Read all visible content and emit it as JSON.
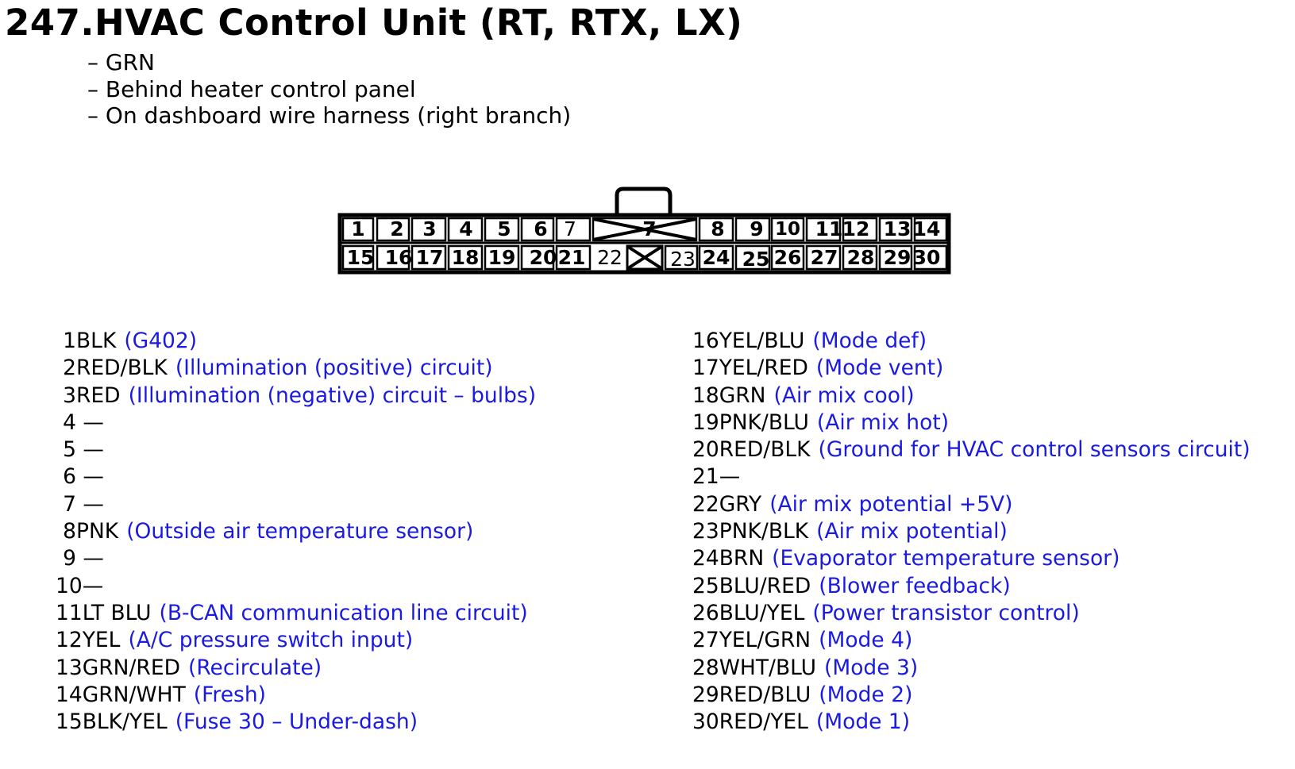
{
  "title": "247.HVAC Control Unit (RT, RTX, LX)",
  "notes": [
    "GRN",
    "Behind heater control panel",
    "On dashboard wire harness (right branch)"
  ],
  "connector": {
    "top_row": [
      "1",
      "2",
      "3",
      "4",
      "5",
      "6",
      "7",
      "",
      "7",
      "8",
      "9",
      "10",
      "11",
      "12",
      "13",
      "14"
    ],
    "bottom_row": [
      "15",
      "16",
      "17",
      "18",
      "19",
      "20",
      "21",
      "22",
      "",
      "23",
      "24",
      "25",
      "26",
      "27",
      "28",
      "29",
      "30"
    ]
  },
  "pins_left": [
    {
      "num": "1",
      "wire": "BLK",
      "desc": "(G402)"
    },
    {
      "num": "2",
      "wire": "RED/BLK",
      "desc": "(Illumination (positive) circuit)"
    },
    {
      "num": "3",
      "wire": "RED",
      "desc": "(Illumination (negative) circuit – bulbs)"
    },
    {
      "num": "4",
      "wire": " —",
      "desc": ""
    },
    {
      "num": "5",
      "wire": " —",
      "desc": ""
    },
    {
      "num": "6",
      "wire": " —",
      "desc": ""
    },
    {
      "num": "7",
      "wire": " —",
      "desc": ""
    },
    {
      "num": "8",
      "wire": "PNK",
      "desc": "(Outside air temperature sensor)"
    },
    {
      "num": "9",
      "wire": " —",
      "desc": ""
    },
    {
      "num": "10",
      "wire": "—",
      "desc": ""
    },
    {
      "num": "11",
      "wire": "LT BLU",
      "desc": "(B-CAN communication line circuit)"
    },
    {
      "num": "12",
      "wire": "YEL",
      "desc": "(A/C pressure switch input)"
    },
    {
      "num": "13",
      "wire": "GRN/RED",
      "desc": "(Recirculate)"
    },
    {
      "num": "14",
      "wire": "GRN/WHT",
      "desc": "(Fresh)"
    },
    {
      "num": "15",
      "wire": "BLK/YEL",
      "desc": "(Fuse 30 – Under-dash)"
    }
  ],
  "pins_right": [
    {
      "num": "16",
      "wire": "YEL/BLU",
      "desc": "(Mode def)"
    },
    {
      "num": "17",
      "wire": "YEL/RED",
      "desc": "(Mode vent)"
    },
    {
      "num": "18",
      "wire": "GRN",
      "desc": "(Air mix cool)"
    },
    {
      "num": "19",
      "wire": "PNK/BLU",
      "desc": "(Air mix hot)"
    },
    {
      "num": "20",
      "wire": "RED/BLK",
      "desc": "(Ground for HVAC control sensors circuit)"
    },
    {
      "num": "21",
      "wire": "—",
      "desc": ""
    },
    {
      "num": "22",
      "wire": "GRY",
      "desc": "(Air mix potential +5V)"
    },
    {
      "num": "23",
      "wire": "PNK/BLK",
      "desc": "(Air mix potential)"
    },
    {
      "num": "24",
      "wire": "BRN",
      "desc": "(Evaporator temperature sensor)"
    },
    {
      "num": "25",
      "wire": "BLU/RED",
      "desc": "(Blower feedback)"
    },
    {
      "num": "26",
      "wire": "BLU/YEL",
      "desc": "(Power transistor control)"
    },
    {
      "num": "27",
      "wire": "YEL/GRN",
      "desc": "(Mode 4)"
    },
    {
      "num": "28",
      "wire": "WHT/BLU",
      "desc": "(Mode 3)"
    },
    {
      "num": "29",
      "wire": "RED/BLU",
      "desc": "(Mode 2)"
    },
    {
      "num": "30",
      "wire": "RED/YEL",
      "desc": "(Mode 1)"
    }
  ]
}
